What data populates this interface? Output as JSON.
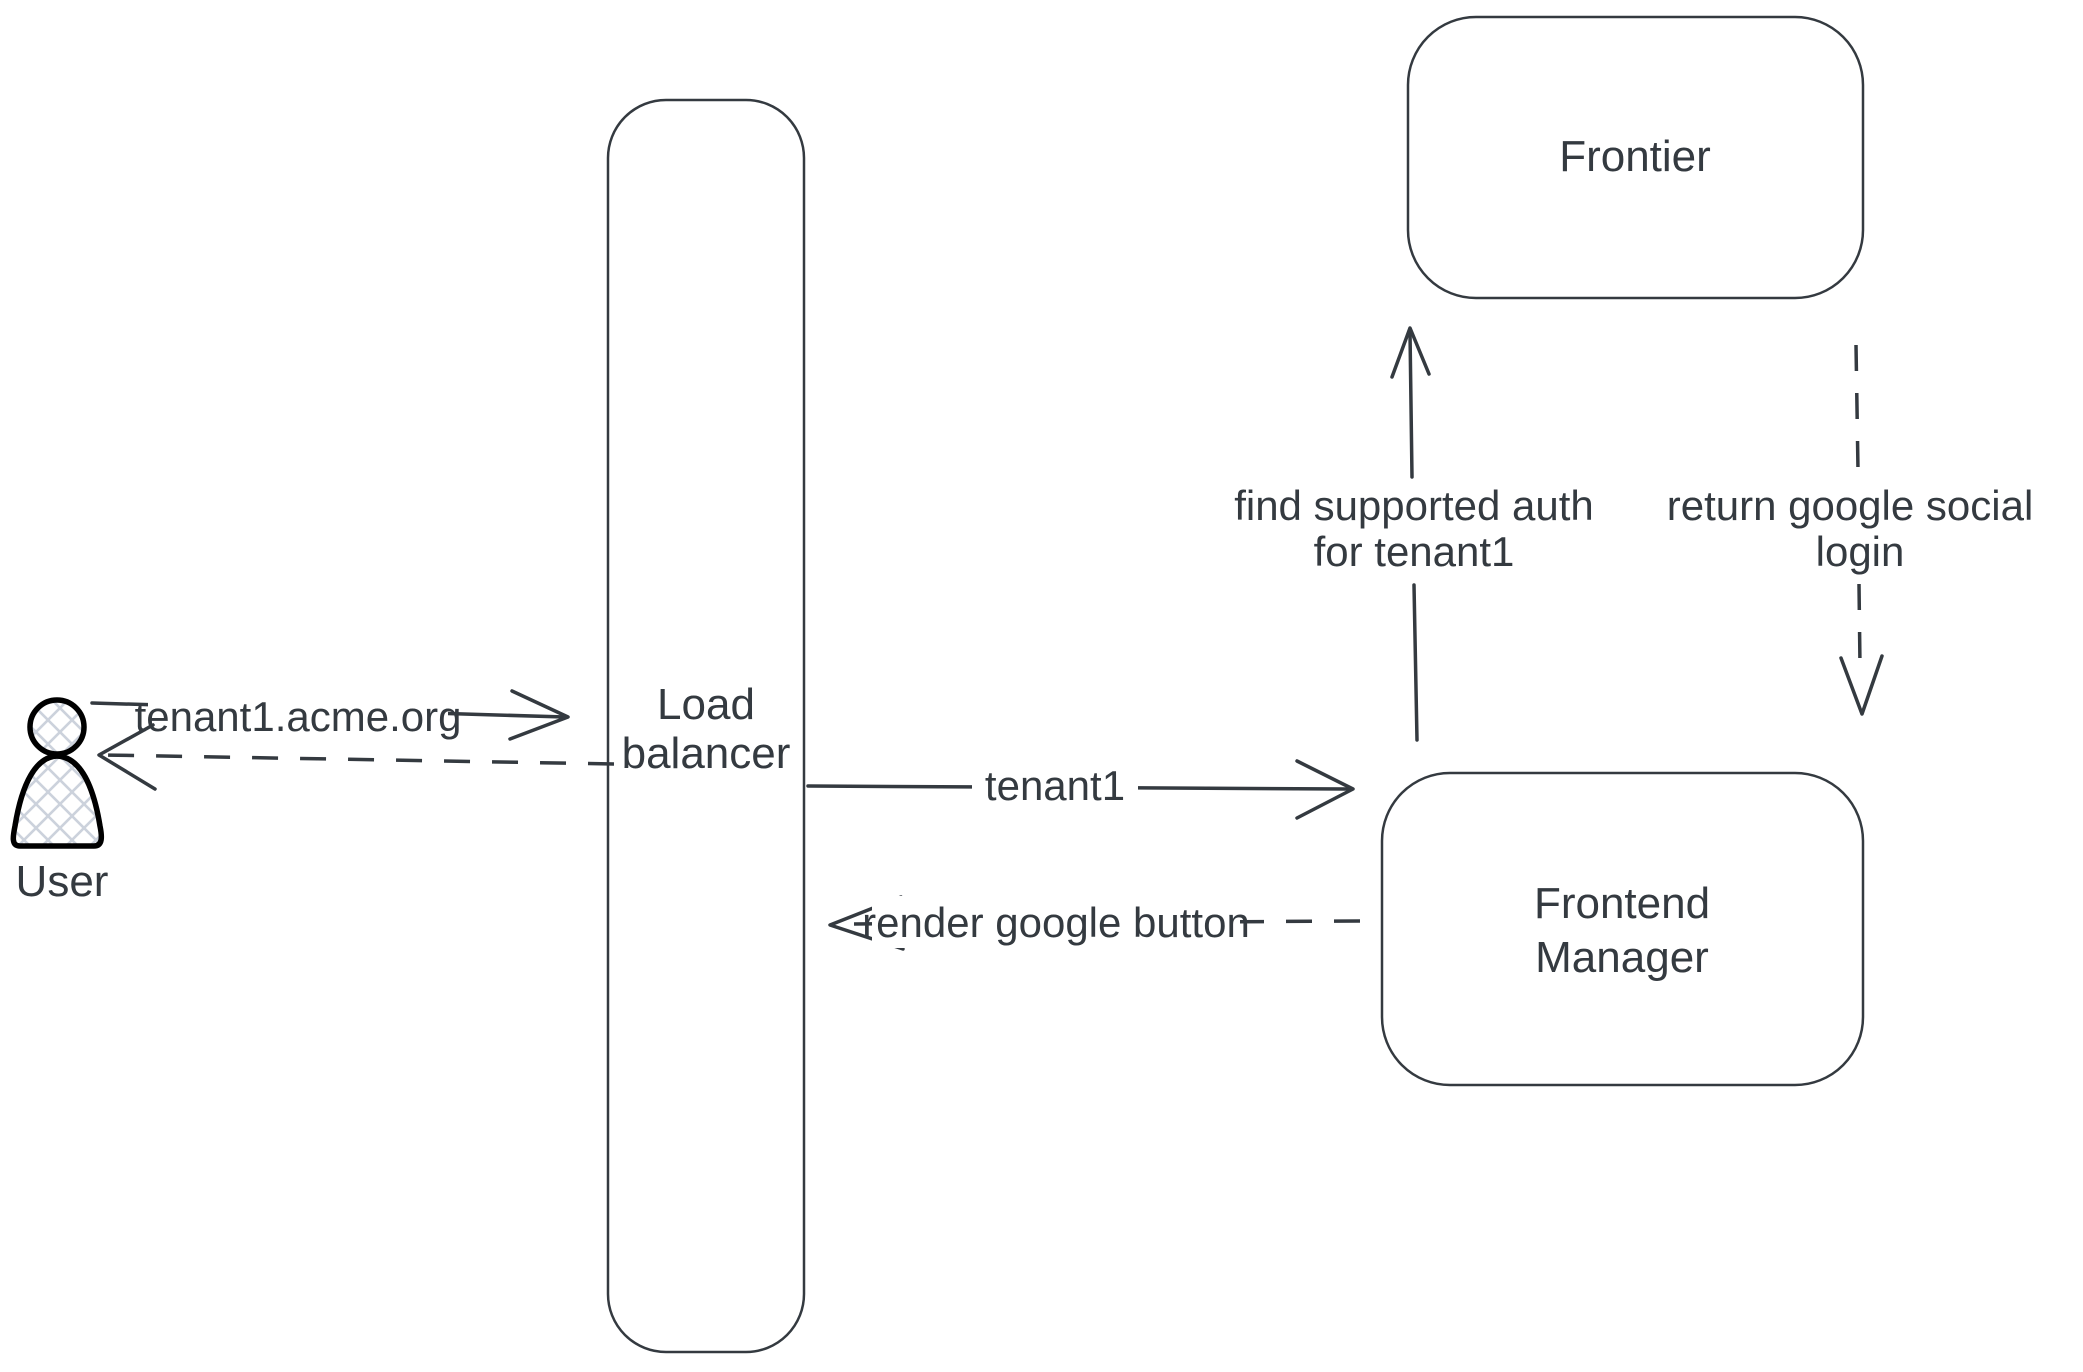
{
  "canvas": {
    "background_color": "#ffffff",
    "stroke_color": "#343a40",
    "icon_stroke_color": "#000000",
    "icon_hatch_color": "#ccd2dc"
  },
  "nodes": {
    "user": {
      "icon": "person-icon",
      "label": "User"
    },
    "load_balancer": {
      "lines": [
        "Load",
        "balancer"
      ]
    },
    "frontier": {
      "label": "Frontier"
    },
    "frontend_manager": {
      "lines": [
        "Frontend",
        "Manager"
      ]
    }
  },
  "edges": {
    "user_to_load_balancer": {
      "label": "tenant1.acme.org",
      "line_style": "solid",
      "arrow": "right"
    },
    "load_balancer_to_user": {
      "line_style": "dashed",
      "arrow": "left"
    },
    "load_balancer_to_frontend_manager": {
      "label": "tenant1",
      "line_style": "solid",
      "arrow": "right"
    },
    "frontend_manager_to_load_balancer": {
      "label": "render google button",
      "line_style": "dashed",
      "arrow": "left"
    },
    "frontend_manager_to_frontier": {
      "lines": [
        "find supported auth",
        "for tenant1"
      ],
      "line_style": "solid",
      "arrow": "up"
    },
    "frontier_to_frontend_manager": {
      "lines": [
        "return google social",
        "login"
      ],
      "line_style": "dashed",
      "arrow": "down"
    }
  }
}
